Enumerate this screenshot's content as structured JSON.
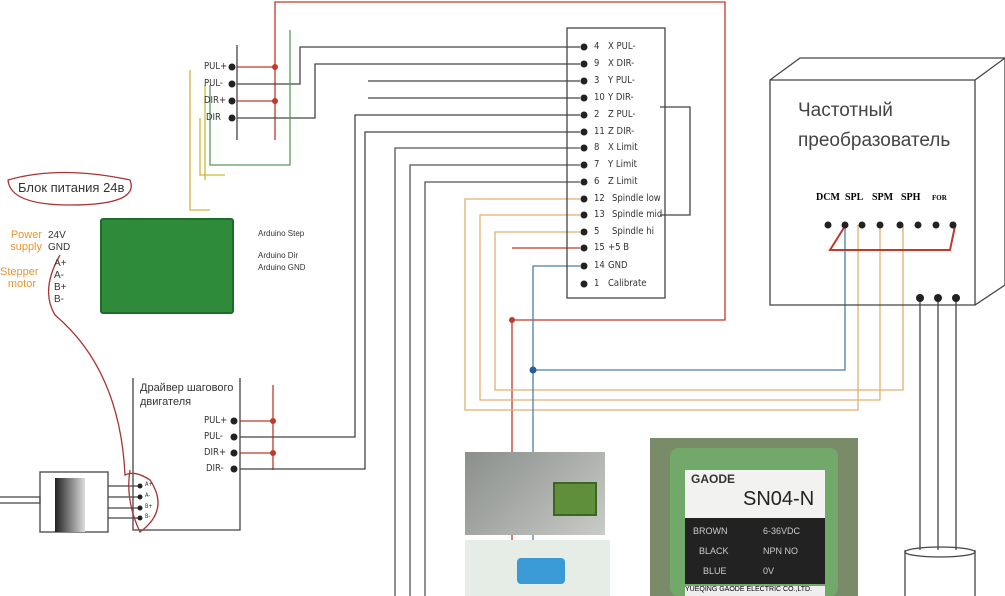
{
  "power_block": {
    "label": "Блок питания 24в",
    "power_supply": "Power supply",
    "v24": "24V",
    "gnd": "GND",
    "stepper_motor": "Stepper motor",
    "motor_pins": [
      "A+",
      "A-",
      "B+",
      "B-"
    ],
    "arduino": [
      "Arduino Step",
      "Arduino Dir",
      "Arduino GND"
    ]
  },
  "top_driver": {
    "pins": [
      "PUL+",
      "PUL-",
      "DIR+",
      "DIR"
    ]
  },
  "bottom_driver": {
    "title_1": "Драйвер шагового",
    "title_2": "двигателя",
    "pins": [
      "PUL+",
      "PUL-",
      "DIR+",
      "DIR-"
    ],
    "motor_pins": [
      "A+",
      "A-",
      "B+",
      "B-"
    ]
  },
  "controller": {
    "pins": [
      {
        "num": "4",
        "label": "X PUL-"
      },
      {
        "num": "9",
        "label": "X DIR-"
      },
      {
        "num": "3",
        "label": "Y PUL-"
      },
      {
        "num": "10",
        "label": "Y DIR-"
      },
      {
        "num": "2",
        "label": "Z PUL-"
      },
      {
        "num": "11",
        "label": "Z DIR-"
      },
      {
        "num": "8",
        "label": "X Limit"
      },
      {
        "num": "7",
        "label": "Y Limit"
      },
      {
        "num": "6",
        "label": "Z Limit"
      },
      {
        "num": "12",
        "label": "Spindle low"
      },
      {
        "num": "13",
        "label": "Spindle mid"
      },
      {
        "num": "5",
        "label": "Spindle hi"
      },
      {
        "num": "15",
        "label": "+5 B"
      },
      {
        "num": "14",
        "label": "GND"
      },
      {
        "num": "1",
        "label": "Calibrate"
      }
    ]
  },
  "vfd": {
    "title_1": "Частотный",
    "title_2": "преобразователь",
    "terminals": [
      "DCM",
      "SPL",
      "SPM",
      "SPH",
      "FOR"
    ]
  },
  "sensor_label": {
    "brand": "GAODE",
    "model": "SN04-N",
    "rows": [
      {
        "wire": "BROWN",
        "value": "6-36VDC"
      },
      {
        "wire": "BLACK",
        "value": "NPN NO"
      },
      {
        "wire": "BLUE",
        "value": "0V"
      }
    ],
    "maker": "YUEQING GAODE ELECTRIC CO.,LTD."
  },
  "colors": {
    "red": "#c0392b",
    "orange": "#e0b070",
    "blue": "#4a7fa8",
    "wire": "#444444"
  }
}
